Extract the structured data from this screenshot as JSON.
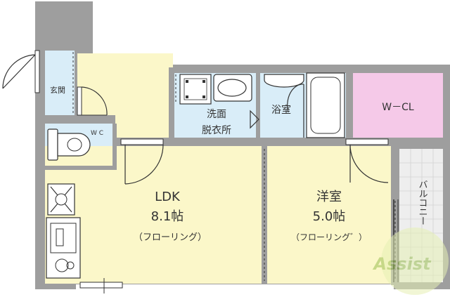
{
  "rooms": {
    "ldk": {
      "name": "LDK",
      "size": "8.1帖",
      "floor": "（フローリング）"
    },
    "western": {
      "name": "洋室",
      "size": "5.0帖",
      "floor": "（フローリング゛）"
    },
    "wcl": {
      "name": "W－CL"
    },
    "bath": {
      "name": "浴室"
    },
    "washroom": {
      "line1": "洗面",
      "line2": "脱衣所"
    },
    "toilet": {
      "name": "W C"
    },
    "entrance": {
      "name": "玄関"
    },
    "balcony": {
      "name": "バルコニー"
    }
  },
  "watermark": {
    "text": "Assist"
  },
  "colors": {
    "floor": "#fbf7c9",
    "wcl": "#f5c9e8",
    "wet": "#d9edf8",
    "wall": "#9e9e9e",
    "fixture": "#333333",
    "balcony": "#eeeeee"
  }
}
